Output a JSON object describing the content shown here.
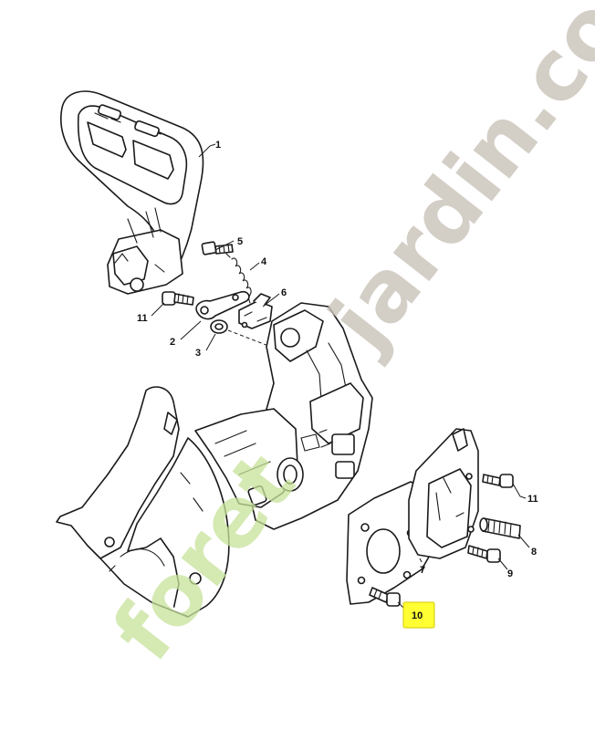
{
  "callouts": {
    "c1": "1",
    "c2": "2",
    "c3": "3",
    "c4": "4",
    "c5": "5",
    "c6": "6",
    "c7": "7",
    "c8": "8",
    "c9": "9",
    "c10": "10",
    "c11a": "11",
    "c11b": "11"
  },
  "highlight": {
    "label": "10",
    "color": "#ffff33"
  },
  "watermark": {
    "text_green": "foret",
    "text_grey": "jardin.com",
    "color_green": "#c8e29a",
    "color_grey": "#c9c3b8"
  }
}
